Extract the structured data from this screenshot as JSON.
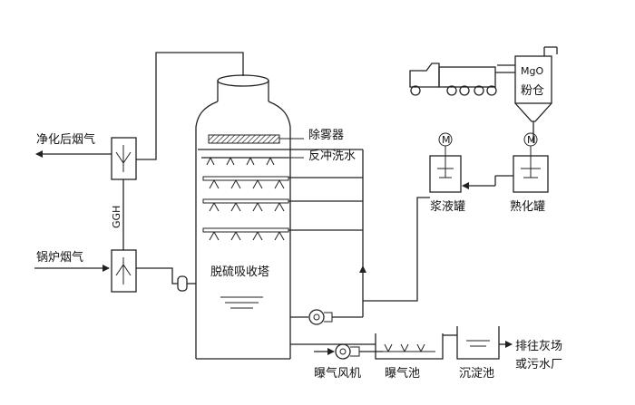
{
  "labels": {
    "clean_flue_gas": "净化后烟气",
    "boiler_flue_gas": "锅炉烟气",
    "ggh": "GGH",
    "demister": "除雾器",
    "backwash": "反冲洗水",
    "absorber": "脱硫吸收塔",
    "mgo_silo_line1": "MgO",
    "mgo_silo_line2": "粉仓",
    "slurry_tank": "浆液罐",
    "slaking_tank": "熟化罐",
    "aeration_fan": "曝气风机",
    "aeration_tank": "曝气池",
    "settling_tank": "沉淀池",
    "discharge_line1": "排往灰场",
    "discharge_line2": "或污水厂",
    "motor_symbol": "M"
  },
  "icons": {
    "truck": "truck-icon",
    "pump": "pump-icon",
    "fan": "fan-icon",
    "motor": "motor-icon"
  }
}
